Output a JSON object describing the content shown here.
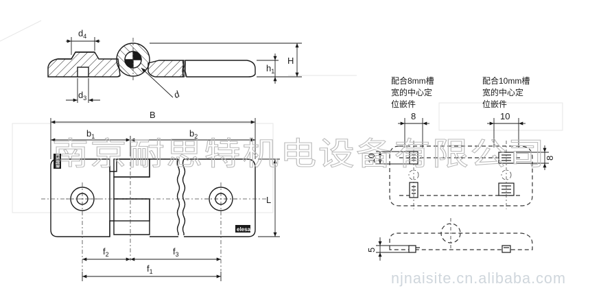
{
  "dims": {
    "d4": "d",
    "d4_sub": "4",
    "d3": "d",
    "d3_sub": "3",
    "d": "d",
    "h1": "h",
    "h1_sub": "1",
    "H": "H",
    "B": "B",
    "b1": "b",
    "b1_sub": "1",
    "b2": "b",
    "b2_sub": "2",
    "L": "L",
    "f2": "f",
    "f2_sub": "2",
    "f3": "f",
    "f3_sub": "3",
    "f1": "f",
    "f1_sub": "1",
    "slot8_w": "8",
    "slot8_h": "10",
    "slot10_w": "10",
    "slot10_h": "8",
    "side_h": "5"
  },
  "notes": {
    "slot8_line1": "配合8mm槽",
    "slot8_line2": "宽的中心定",
    "slot8_line3": "位嵌件",
    "slot10_line1": "配合10mm槽",
    "slot10_line2": "宽的中心定",
    "slot10_line3": "位嵌件"
  },
  "labels": {
    "logo_left": "elesa",
    "logo_right": "elesa"
  },
  "watermark": {
    "company": "南京耐思特机电设备有限公司",
    "site": "njnaisite.cn.alibaba.com"
  },
  "colors": {
    "line": "#1a1a1a",
    "dash": "#444444",
    "watermark": "#b9b9b9"
  }
}
